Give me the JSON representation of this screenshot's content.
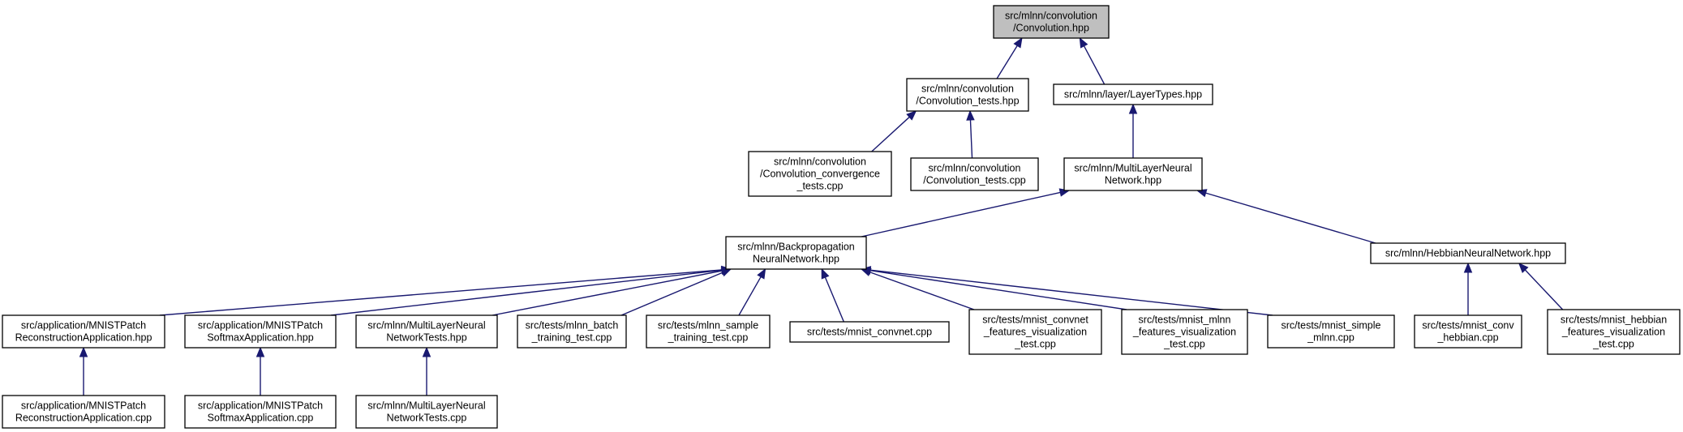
{
  "colors": {
    "edge": "#191970",
    "root_fill": "#bfbfbf",
    "node_fill": "#ffffff",
    "border": "#000000"
  },
  "graph": {
    "nodes": [
      {
        "id": "conv_hpp",
        "lines": [
          "src/mlnn/convolution",
          "/Convolution.hpp"
        ],
        "root": true
      },
      {
        "id": "conv_tests_hpp",
        "lines": [
          "src/mlnn/convolution",
          "/Convolution_tests.hpp"
        ]
      },
      {
        "id": "layertypes_hpp",
        "lines": [
          "src/mlnn/layer/LayerTypes.hpp"
        ]
      },
      {
        "id": "conv_conv_tests_cpp",
        "lines": [
          "src/mlnn/convolution",
          "/Convolution_convergence",
          "_tests.cpp"
        ]
      },
      {
        "id": "conv_tests_cpp",
        "lines": [
          "src/mlnn/convolution",
          "/Convolution_tests.cpp"
        ]
      },
      {
        "id": "mlnn_hpp",
        "lines": [
          "src/mlnn/MultiLayerNeural",
          "Network.hpp"
        ]
      },
      {
        "id": "bpnn_hpp",
        "lines": [
          "src/mlnn/Backpropagation",
          "NeuralNetwork.hpp"
        ]
      },
      {
        "id": "hebbian_hpp",
        "lines": [
          "src/mlnn/HebbianNeuralNetwork.hpp"
        ]
      },
      {
        "id": "mnist_recon_hpp",
        "lines": [
          "src/application/MNISTPatch",
          "ReconstructionApplication.hpp"
        ]
      },
      {
        "id": "mnist_softmax_hpp",
        "lines": [
          "src/application/MNISTPatch",
          "SoftmaxApplication.hpp"
        ]
      },
      {
        "id": "mlnn_tests_hpp",
        "lines": [
          "src/mlnn/MultiLayerNeural",
          "NetworkTests.hpp"
        ]
      },
      {
        "id": "mlnn_batch_cpp",
        "lines": [
          "src/tests/mlnn_batch",
          "_training_test.cpp"
        ]
      },
      {
        "id": "mlnn_sample_cpp",
        "lines": [
          "src/tests/mlnn_sample",
          "_training_test.cpp"
        ]
      },
      {
        "id": "mnist_convnet_cpp",
        "lines": [
          "src/tests/mnist_convnet.cpp"
        ]
      },
      {
        "id": "mnist_convnet_vis_cpp",
        "lines": [
          "src/tests/mnist_convnet",
          "_features_visualization",
          "_test.cpp"
        ]
      },
      {
        "id": "mnist_mlnn_vis_cpp",
        "lines": [
          "src/tests/mnist_mlnn",
          "_features_visualization",
          "_test.cpp"
        ]
      },
      {
        "id": "mnist_simple_cpp",
        "lines": [
          "src/tests/mnist_simple",
          "_mlnn.cpp"
        ]
      },
      {
        "id": "mnist_conv_hebb_cpp",
        "lines": [
          "src/tests/mnist_conv",
          "_hebbian.cpp"
        ]
      },
      {
        "id": "mnist_hebb_vis_cpp",
        "lines": [
          "src/tests/mnist_hebbian",
          "_features_visualization",
          "_test.cpp"
        ]
      },
      {
        "id": "mnist_recon_cpp",
        "lines": [
          "src/application/MNISTPatch",
          "ReconstructionApplication.cpp"
        ]
      },
      {
        "id": "mnist_softmax_cpp",
        "lines": [
          "src/application/MNISTPatch",
          "SoftmaxApplication.cpp"
        ]
      },
      {
        "id": "mlnn_tests_cpp",
        "lines": [
          "src/mlnn/MultiLayerNeural",
          "NetworkTests.cpp"
        ]
      }
    ],
    "edges": [
      {
        "from": "conv_tests_hpp",
        "to": "conv_hpp"
      },
      {
        "from": "layertypes_hpp",
        "to": "conv_hpp"
      },
      {
        "from": "conv_conv_tests_cpp",
        "to": "conv_tests_hpp"
      },
      {
        "from": "conv_tests_cpp",
        "to": "conv_tests_hpp"
      },
      {
        "from": "mlnn_hpp",
        "to": "layertypes_hpp"
      },
      {
        "from": "bpnn_hpp",
        "to": "mlnn_hpp"
      },
      {
        "from": "hebbian_hpp",
        "to": "mlnn_hpp"
      },
      {
        "from": "mnist_recon_hpp",
        "to": "bpnn_hpp"
      },
      {
        "from": "mnist_softmax_hpp",
        "to": "bpnn_hpp"
      },
      {
        "from": "mlnn_tests_hpp",
        "to": "bpnn_hpp"
      },
      {
        "from": "mlnn_batch_cpp",
        "to": "bpnn_hpp"
      },
      {
        "from": "mlnn_sample_cpp",
        "to": "bpnn_hpp"
      },
      {
        "from": "mnist_convnet_cpp",
        "to": "bpnn_hpp"
      },
      {
        "from": "mnist_convnet_vis_cpp",
        "to": "bpnn_hpp"
      },
      {
        "from": "mnist_mlnn_vis_cpp",
        "to": "bpnn_hpp"
      },
      {
        "from": "mnist_simple_cpp",
        "to": "bpnn_hpp"
      },
      {
        "from": "mnist_conv_hebb_cpp",
        "to": "hebbian_hpp"
      },
      {
        "from": "mnist_hebb_vis_cpp",
        "to": "hebbian_hpp"
      },
      {
        "from": "mnist_recon_cpp",
        "to": "mnist_recon_hpp"
      },
      {
        "from": "mnist_softmax_cpp",
        "to": "mnist_softmax_hpp"
      },
      {
        "from": "mlnn_tests_cpp",
        "to": "mlnn_tests_hpp"
      }
    ]
  }
}
